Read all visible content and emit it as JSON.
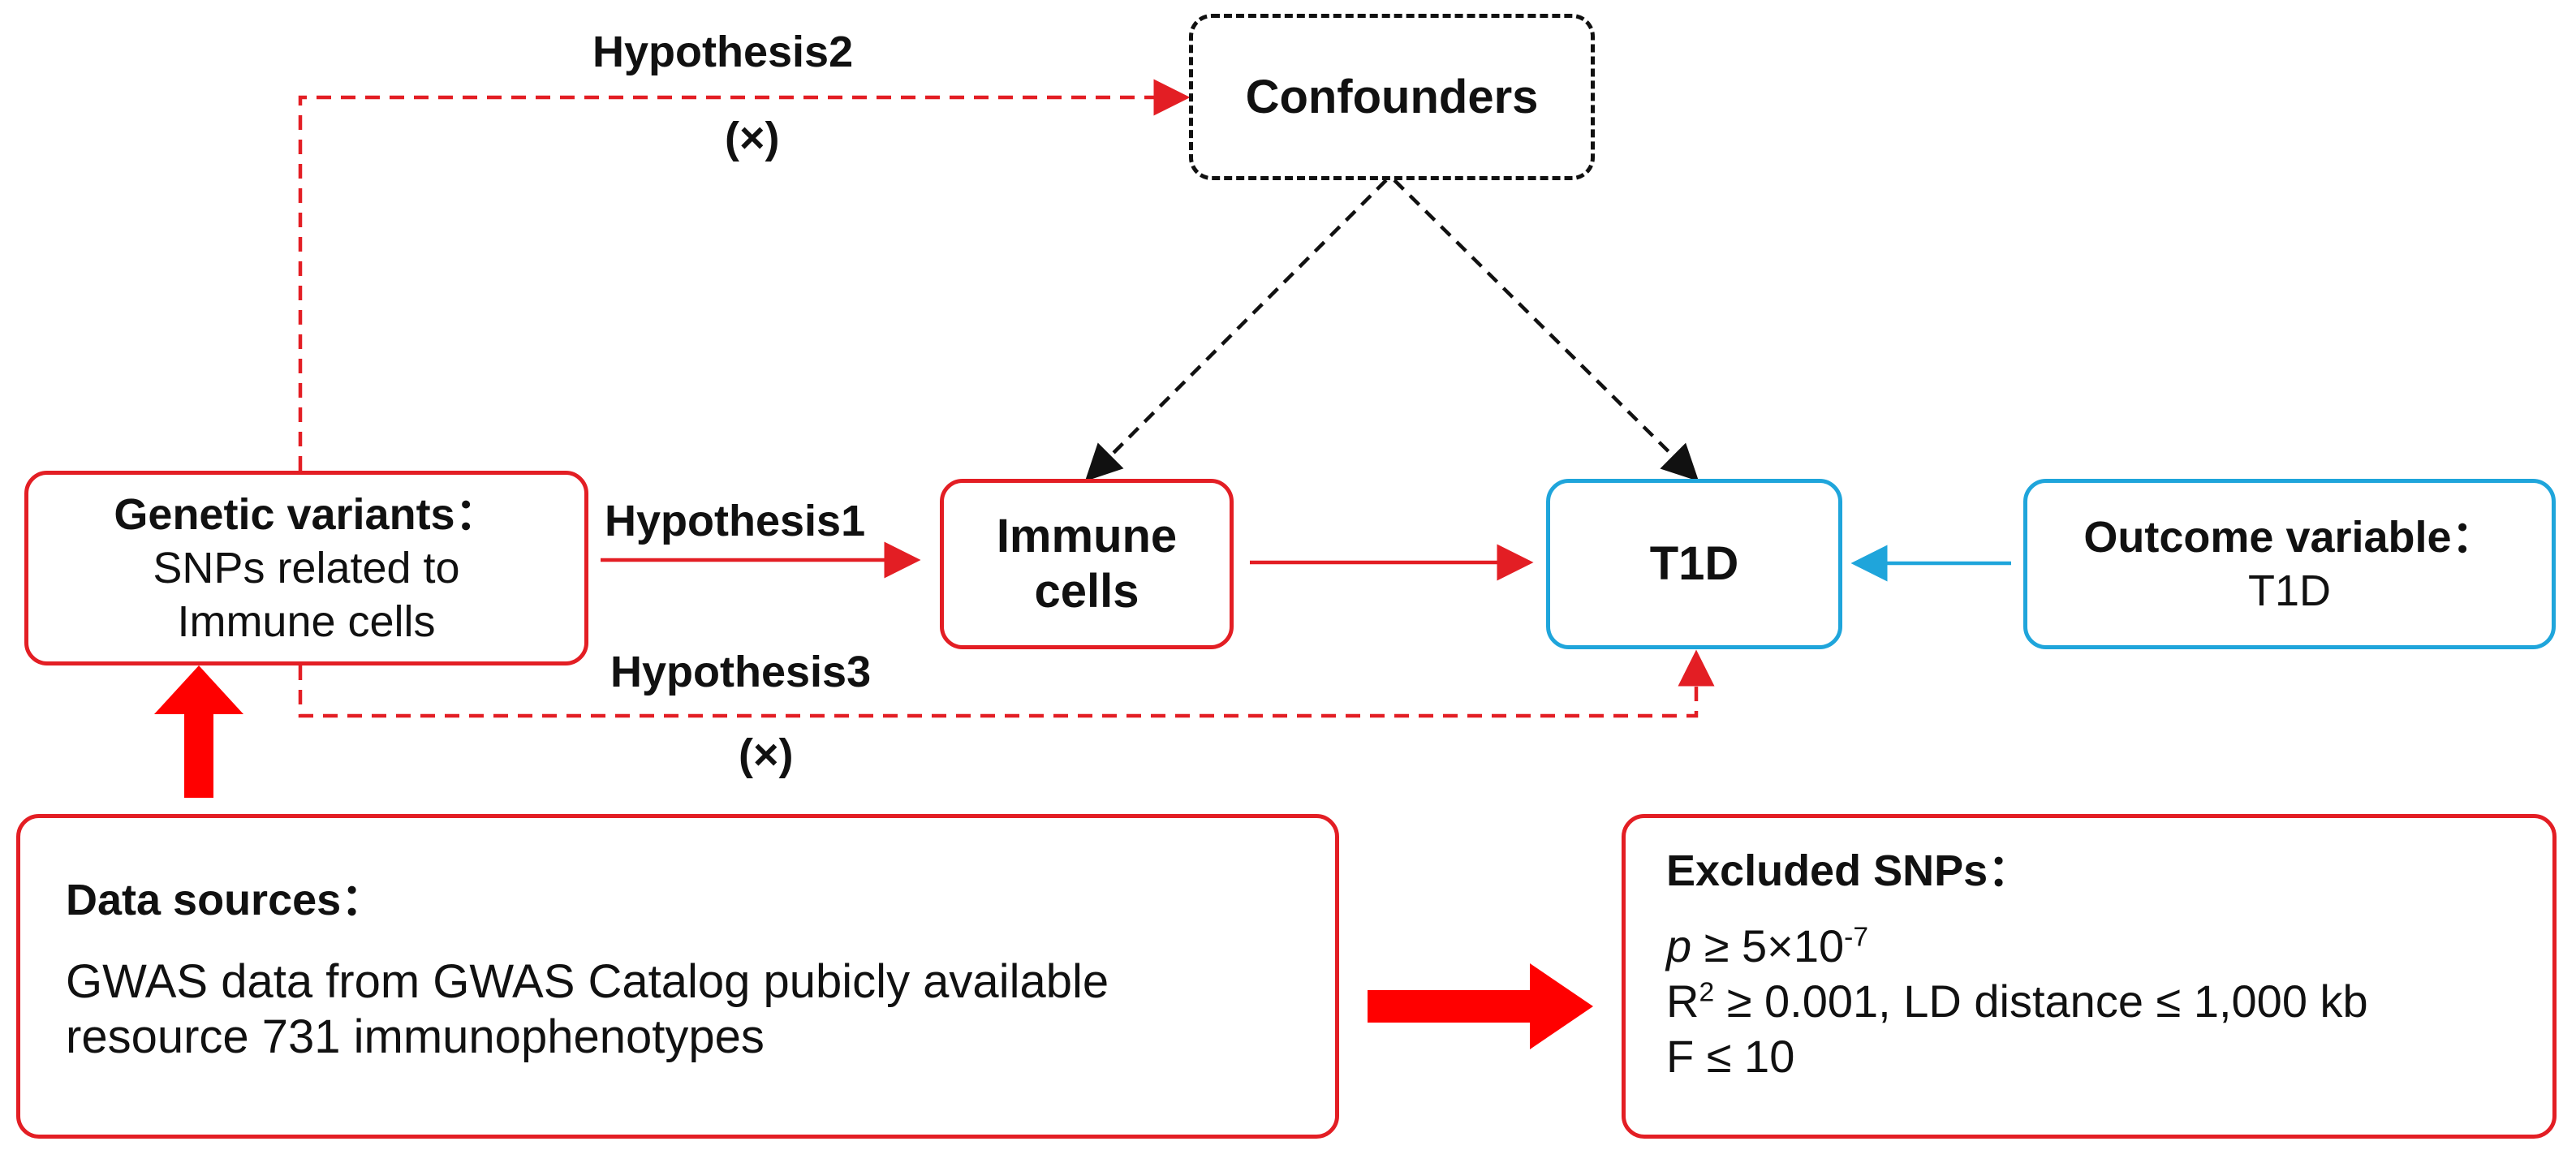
{
  "nodes": {
    "confounders": "Confounders",
    "genetic_variants": {
      "title": "Genetic variants：",
      "line1": "SNPs related to",
      "line2": "Immune cells"
    },
    "immune_cells": {
      "line1": "Immune",
      "line2": "cells"
    },
    "t1d": "T1D",
    "outcome": {
      "title": "Outcome variable：",
      "value": "T1D"
    },
    "data_sources": {
      "title": "Data sources：",
      "line1": "GWAS data from GWAS Catalog pubicly available",
      "line2": "resource 731 immunophenotypes"
    },
    "excluded": {
      "title": "Excluded SNPs：",
      "p_symbol": "p",
      "p_rest": " ≥ 5×10",
      "p_exp": "-7",
      "r_base": "R",
      "r_exp": "2",
      "r_rest": " ≥ 0.001, LD distance ≤ 1,000 kb",
      "f_line": "F ≤ 10"
    }
  },
  "labels": {
    "hypothesis1": "Hypothesis1",
    "hypothesis2": "Hypothesis2",
    "hypothesis3": "Hypothesis3",
    "not_valid_2": "(×)",
    "not_valid_3": "(×)"
  },
  "colors": {
    "red": "#e31e24",
    "blue": "#1fa5db",
    "black": "#111111"
  }
}
